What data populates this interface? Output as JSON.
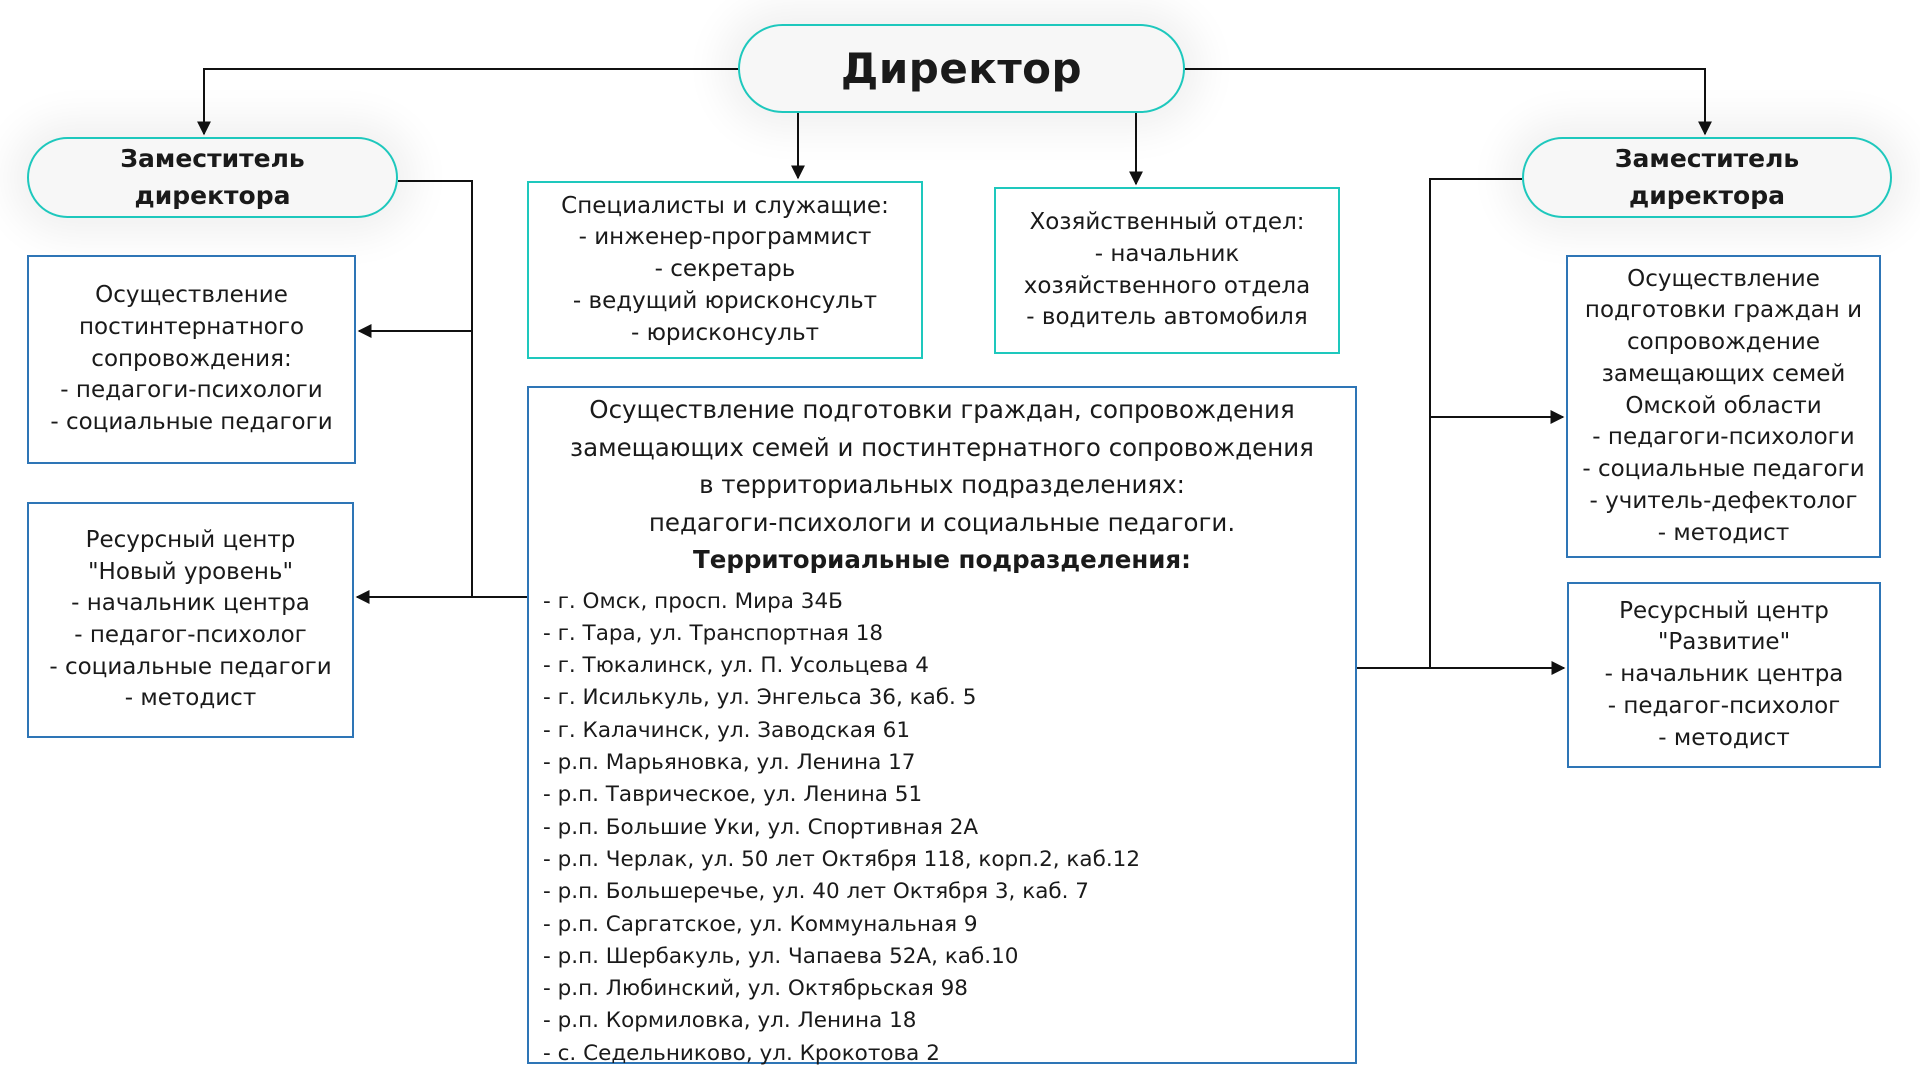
{
  "director": {
    "label": "Директор"
  },
  "deputy_left": {
    "lines": [
      "Заместитель",
      "директора"
    ]
  },
  "deputy_right": {
    "lines": [
      "Заместитель",
      "директора"
    ]
  },
  "specialists": {
    "lines": [
      "Специалисты и служащие:",
      "- инженер-программист",
      "- секретарь",
      "- ведущий юрисконсульт",
      "- юрисконсульт"
    ]
  },
  "household": {
    "lines": [
      "Хозяйственный отдел:",
      "- начальник",
      "хозяйственного отдела",
      "- водитель автомобиля"
    ]
  },
  "left_box_1": {
    "lines": [
      "Осуществление",
      "постинтернатного",
      "сопровождения:",
      "- педагоги-психологи",
      "- социальные педагоги"
    ]
  },
  "left_box_2": {
    "lines": [
      "Ресурсный центр",
      "\"Новый уровень\"",
      "- начальник центра",
      "- педагог-психолог",
      "- социальные педагоги",
      "- методист"
    ]
  },
  "right_box_1": {
    "lines": [
      "Осуществление",
      "подготовки граждан и",
      "сопровождение",
      "замещающих семей",
      "Омской области",
      "- педагоги-психологи",
      "- социальные педагоги",
      "- учитель-дефектолог",
      "- методист"
    ]
  },
  "right_box_2": {
    "lines": [
      "Ресурсный центр",
      "\"Развитие\"",
      "- начальник центра",
      "- педагог-психолог",
      "- методист"
    ]
  },
  "center": {
    "heading_lines": [
      "Осуществление подготовки граждан, сопровождения",
      "замещающих семей и постинтернатного сопровождения",
      "в территориальных подразделениях:",
      "педагоги-психологи и социальные педагоги."
    ],
    "subheading": "Территориальные подразделения:",
    "branches": [
      "- г. Омск, просп. Мира 34Б",
      "- г. Тара, ул. Транспортная 18",
      "- г. Тюкалинск, ул. П. Усольцева 4",
      "- г. Исилькуль, ул. Энгельса 36, каб. 5",
      "- г. Калачинск, ул. Заводская 61",
      "- р.п. Марьяновка, ул. Ленина 17",
      "- р.п. Таврическое, ул. Ленина 51",
      "- р.п. Большие Уки, ул. Спортивная 2А",
      "- р.п. Черлак, ул. 50 лет Октября 118, корп.2, каб.12",
      "- р.п. Большеречье, ул. 40 лет Октября 3, каб. 7",
      "- р.п. Саргатское, ул. Коммунальная 9",
      "- р.п. Шербакуль, ул. Чапаева 52А, каб.10",
      "- р.п. Любинский, ул. Октябрьская 98",
      "- р.п. Кормиловка, ул. Ленина 18",
      "- с. Седельниково, ул. Крокотова 2"
    ]
  },
  "colors": {
    "teal_border": "#1ec8bd",
    "blue_border": "#2e75b6",
    "connector": "#111111"
  }
}
